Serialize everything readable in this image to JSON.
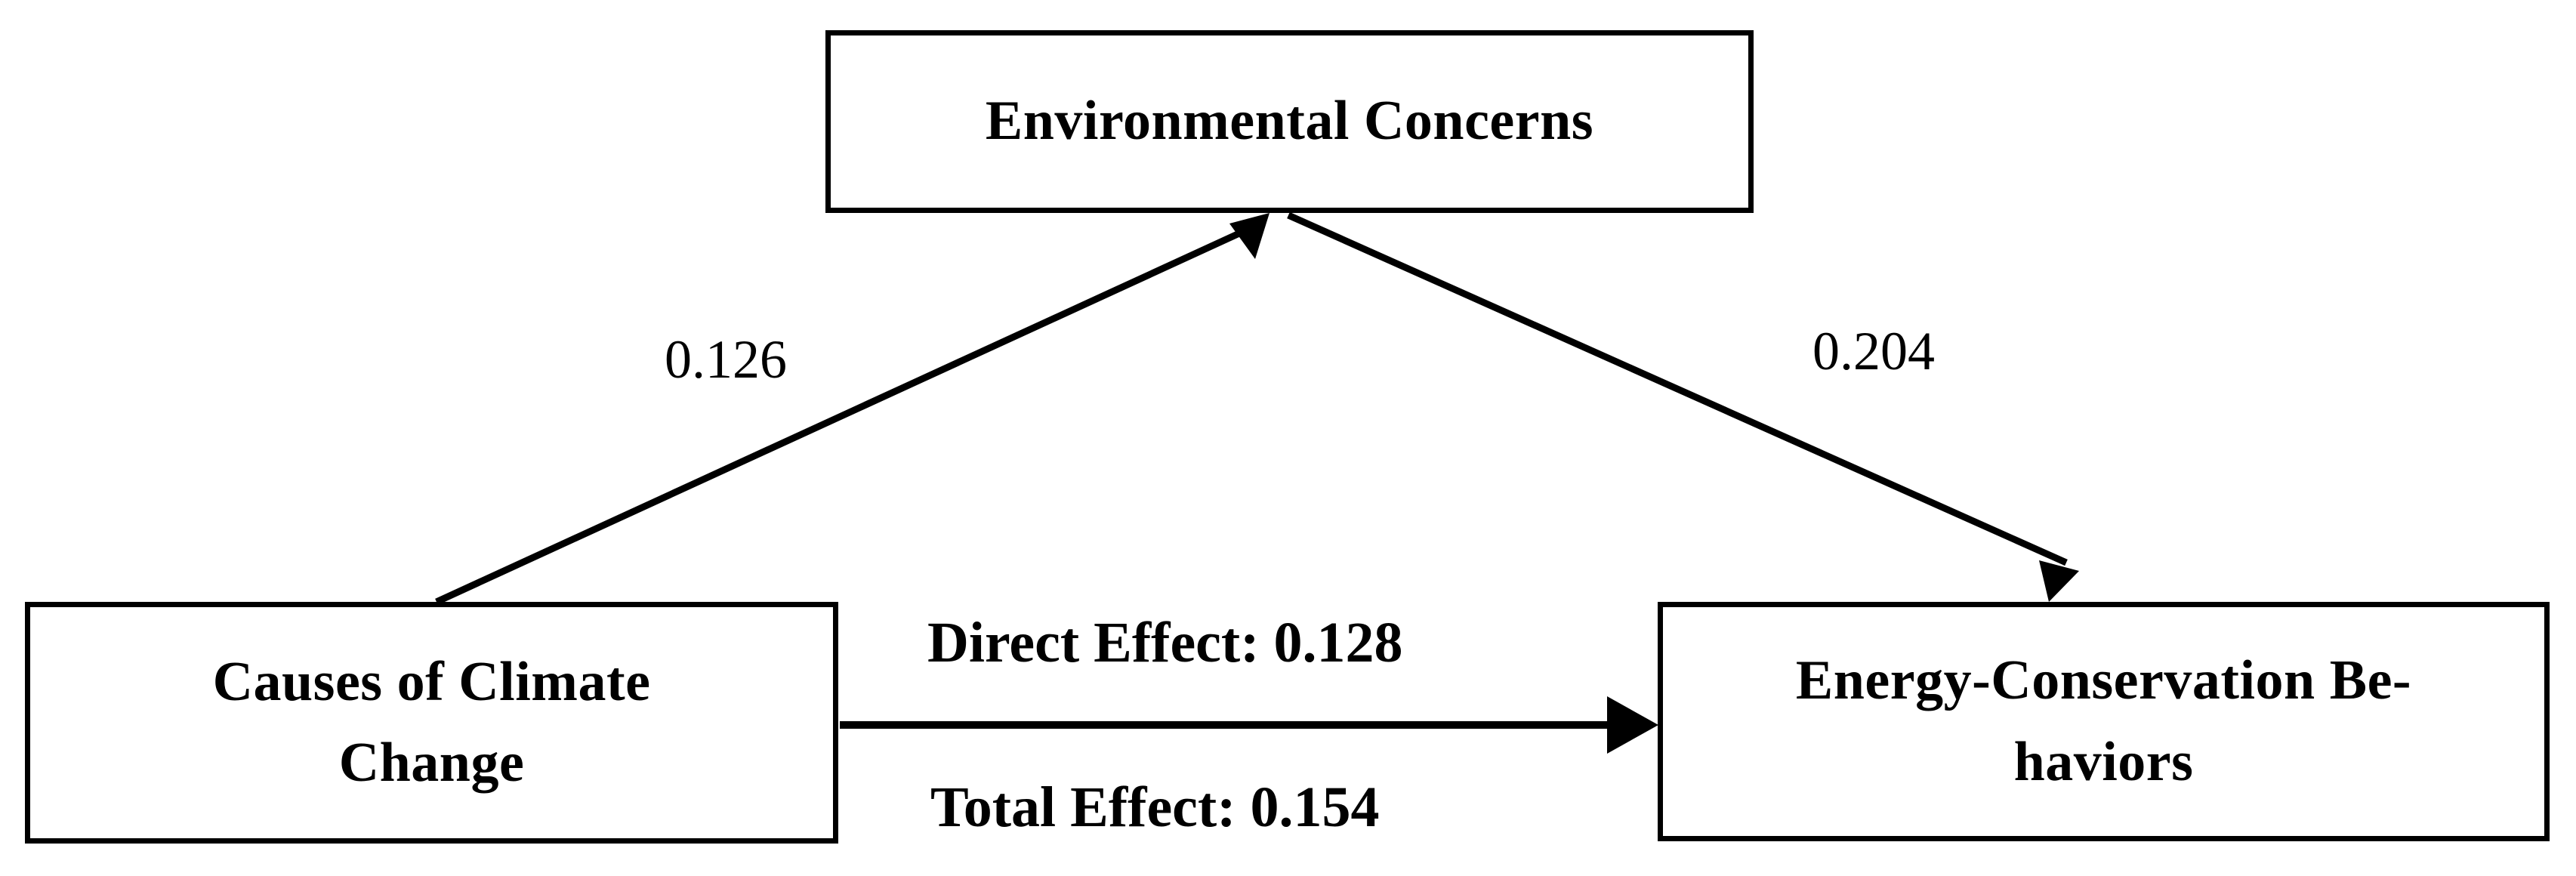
{
  "diagram": {
    "type": "mediation-path-model",
    "background_color": "#ffffff",
    "line_color": "#000000",
    "nodes": [
      {
        "id": "environmental-concerns",
        "label": "Environmental Concerns",
        "role": "mediator"
      },
      {
        "id": "causes-climate-change",
        "label_line1": "Causes of Climate",
        "label_line2": "Change",
        "label": "Causes of Climate Change",
        "role": "predictor"
      },
      {
        "id": "energy-conservation-behaviors",
        "label_line1": "Energy-Conservation Be-",
        "label_line2": "haviors",
        "label": "Energy-Conservation Behaviors",
        "role": "outcome"
      }
    ],
    "edges": [
      {
        "id": "path-a",
        "from": "causes-climate-change",
        "to": "environmental-concerns",
        "coefficient": "0.126",
        "arrowhead": "up-right"
      },
      {
        "id": "path-b",
        "from": "environmental-concerns",
        "to": "energy-conservation-behaviors",
        "coefficient": "0.204",
        "arrowhead": "down-right"
      },
      {
        "id": "path-c",
        "from": "causes-climate-change",
        "to": "energy-conservation-behaviors",
        "label_above": "Direct Effect: 0.128",
        "label_below": "Total Effect: 0.154",
        "arrowhead": "right"
      }
    ]
  }
}
